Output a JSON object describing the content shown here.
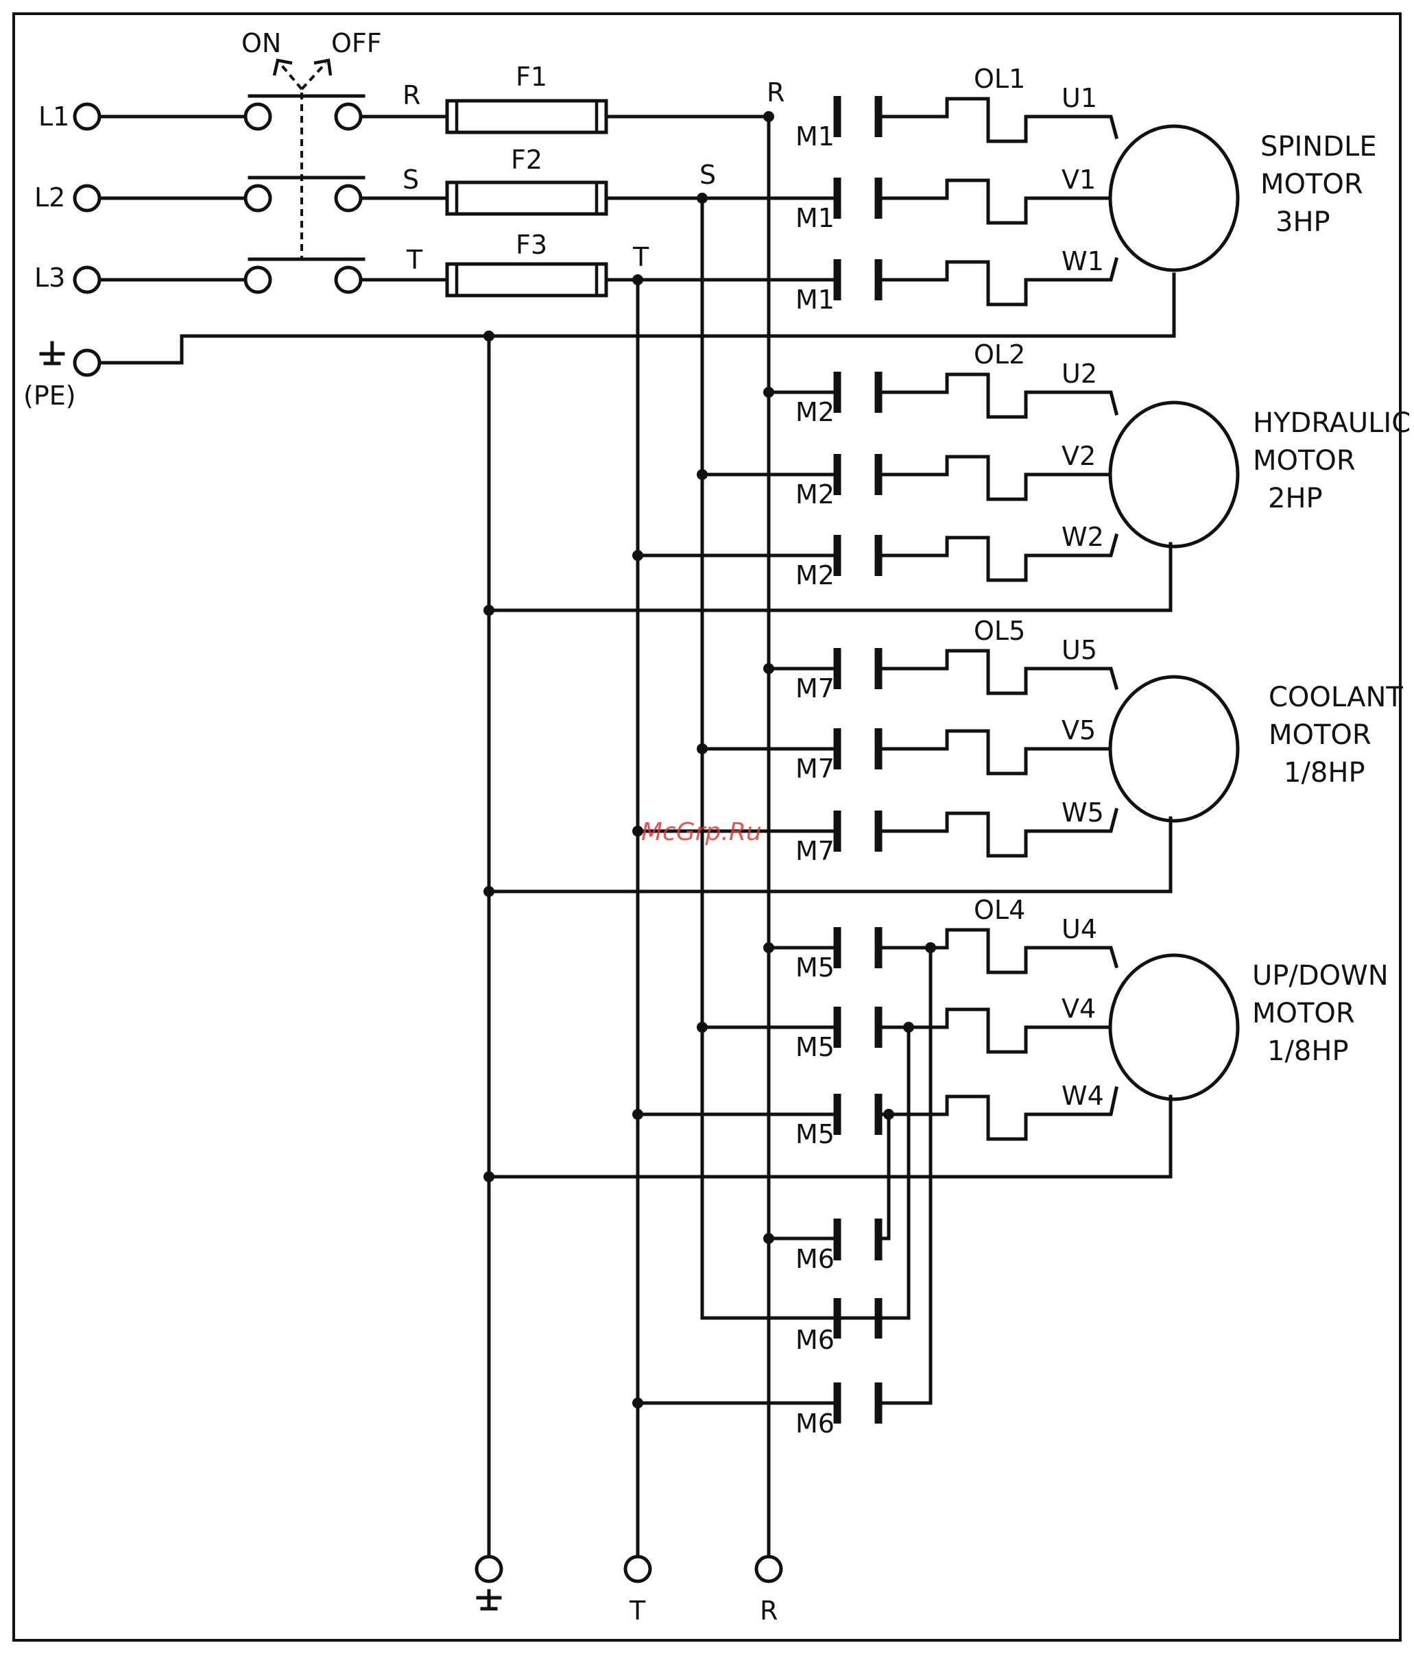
{
  "switch": {
    "on_label": "ON",
    "off_label": "OFF"
  },
  "inputs": [
    {
      "label": "L1",
      "phase": "R",
      "fuse": "F1"
    },
    {
      "label": "L2",
      "phase": "S",
      "fuse": "F2"
    },
    {
      "label": "L3",
      "phase": "T",
      "fuse": "F3"
    }
  ],
  "ground": {
    "label": "(PE)"
  },
  "bus_labels": {
    "r": "R",
    "s": "S",
    "t": "T"
  },
  "motors": [
    {
      "name": [
        "SPINDLE",
        "MOTOR",
        "3HP"
      ],
      "overload": "OL1",
      "contactor": "M1",
      "terminals": [
        "U1",
        "V1",
        "W1"
      ]
    },
    {
      "name": [
        "HYDRAULIC",
        "MOTOR",
        "2HP"
      ],
      "overload": "OL2",
      "contactor": "M2",
      "terminals": [
        "U2",
        "V2",
        "W2"
      ]
    },
    {
      "name": [
        "COOLANT",
        "MOTOR",
        "1/8HP"
      ],
      "overload": "OL5",
      "contactor": "M7",
      "terminals": [
        "U5",
        "V5",
        "W5"
      ]
    },
    {
      "name": [
        "UP/DOWN",
        "MOTOR",
        "1/8HP"
      ],
      "overload": "OL4",
      "contactor": "M5",
      "terminals": [
        "U4",
        "V4",
        "W4"
      ]
    }
  ],
  "reverse_contactor": "M6",
  "outputs": {
    "t": "T",
    "r": "R"
  },
  "watermark": "McGrp.Ru"
}
